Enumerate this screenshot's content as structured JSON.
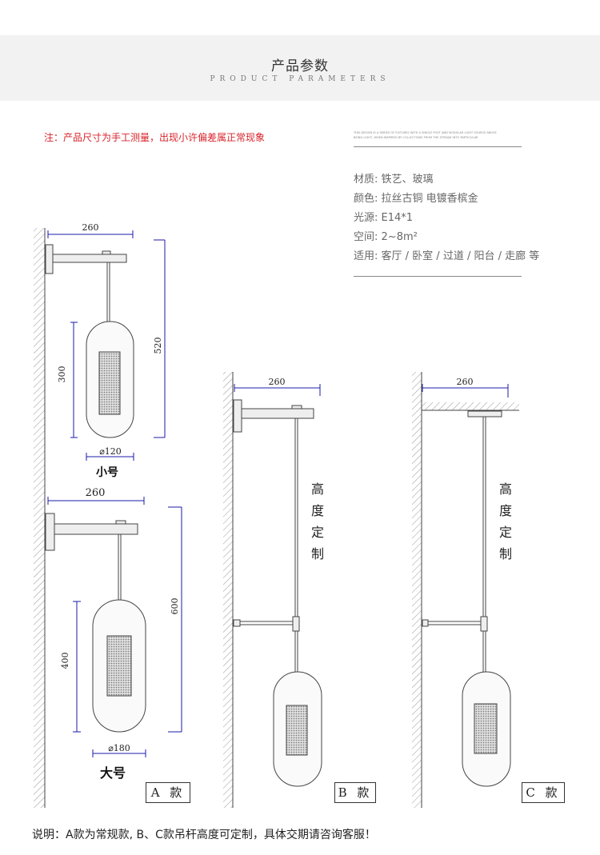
{
  "header": {
    "title": "产品参数",
    "subtitle": "PRODUCT PARAMETERS"
  },
  "note": "注：产品尺寸为手工测量，出现小许偏差属正常现象",
  "fine_print": [
    "THIS DESIGN IS A SERIES OF FIXTURES WITH A SINGLE POST AND MODULAR LIGHT SOURCE ABOVE",
    "BEING LIGHT, WHEN INSPIRED BY COLLECTIONS FROM THE STREAM INTO PARTICULAR"
  ],
  "specs": [
    {
      "key": "材质:",
      "value": "铁艺、玻璃"
    },
    {
      "key": "颜色:",
      "value": "拉丝古铜  电镀香槟金"
    },
    {
      "key": "光源:",
      "value": "E14*1"
    },
    {
      "key": "空间:",
      "value": "2~8m²"
    },
    {
      "key": "适用:",
      "value": "客厅 / 卧室 / 过道 / 阳台 / 走廊 等"
    }
  ],
  "small": {
    "width": "260",
    "height": "520",
    "glass_height": "300",
    "diameter": "⌀120",
    "caption": "小号"
  },
  "large": {
    "width": "260",
    "height": "600",
    "glass_height": "400",
    "diameter": "⌀180",
    "caption": "大号"
  },
  "model_b": {
    "width": "260",
    "custom_text": [
      "高",
      "度",
      "定",
      "制"
    ]
  },
  "model_c": {
    "width": "260",
    "custom_text": [
      "高",
      "度",
      "定",
      "制"
    ]
  },
  "labels": {
    "a": "A 款",
    "b": "B 款",
    "c": "C 款"
  },
  "footer": "说明：A款为常规款, B、C款吊杆高度可定制，具体交期请咨询客服！",
  "colors": {
    "dimension": "#1b1ba8",
    "note": "#d8232a",
    "drawing": "#444444"
  }
}
